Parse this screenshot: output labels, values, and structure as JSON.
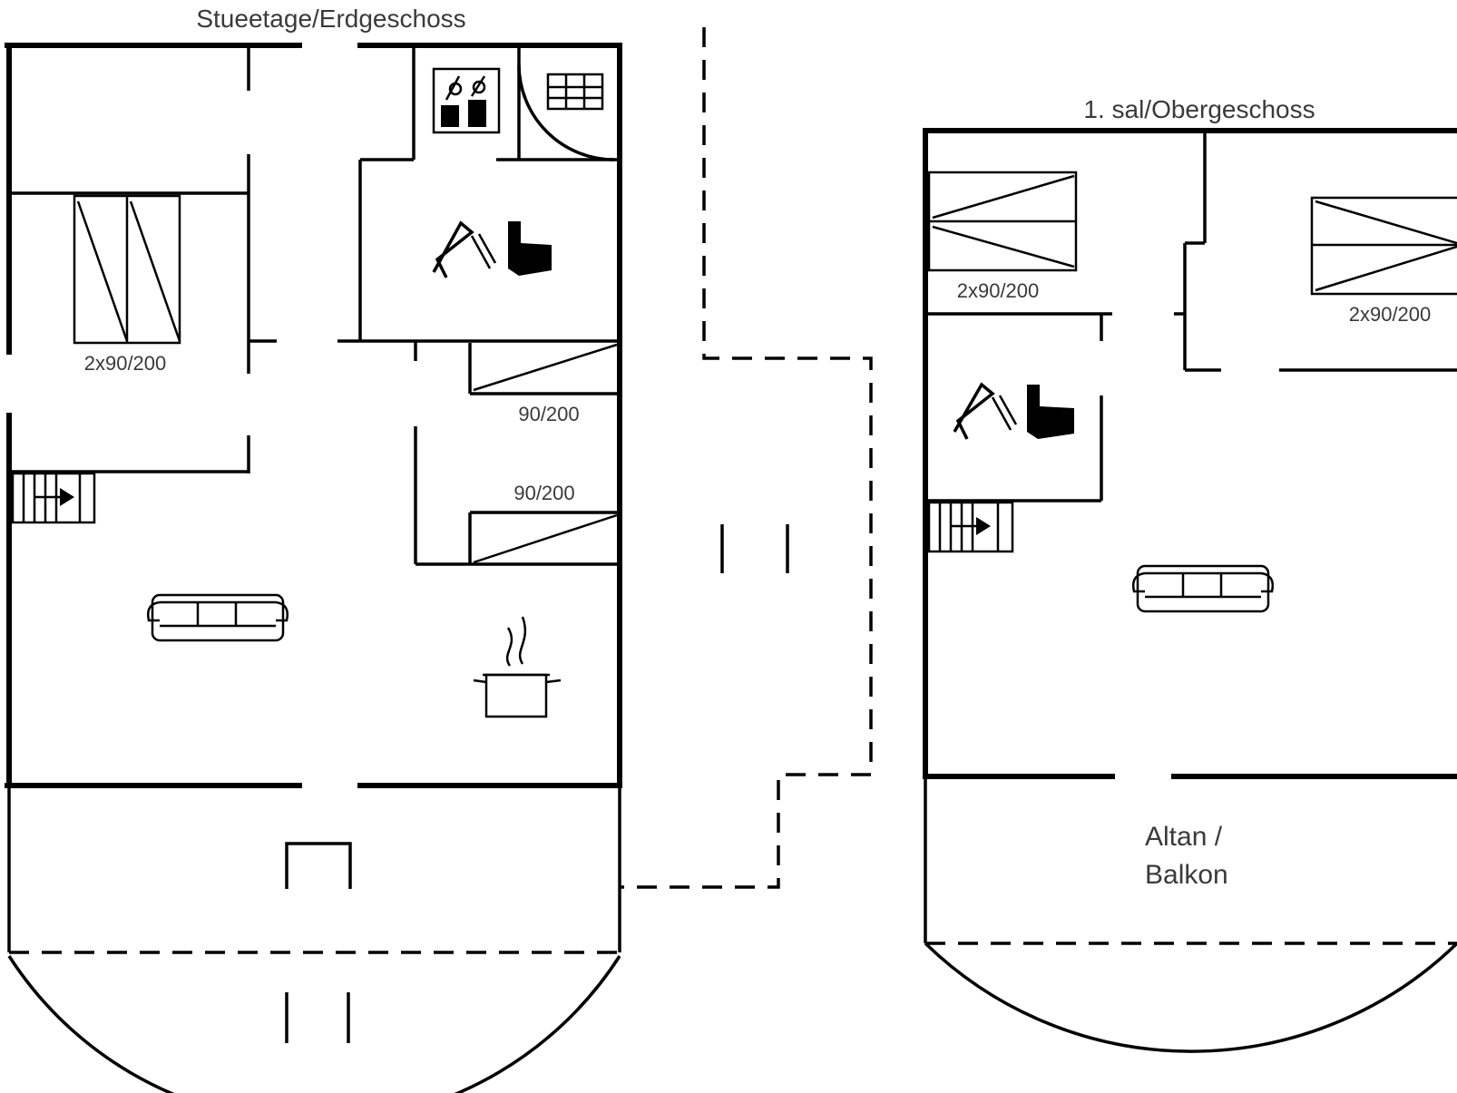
{
  "floors": {
    "ground": {
      "title": "Stueetage/Erdgeschoss"
    },
    "upper": {
      "title": "1. sal/Obergeschoss"
    }
  },
  "labels": {
    "bed_ground_double": "2x90/200",
    "bed_ground_single_1": "90/200",
    "bed_ground_single_2": "90/200",
    "bed_upper_left": "2x90/200",
    "bed_upper_right": "2x90/200",
    "balcony_line1": "Altan /",
    "balcony_line2": "Balkon"
  },
  "icons": [
    "washer-dryer-icon",
    "sauna-icon",
    "toilet-shower-icon",
    "staircase-icon",
    "sofa-icon",
    "cooking-pot-icon",
    "bed-icon"
  ]
}
